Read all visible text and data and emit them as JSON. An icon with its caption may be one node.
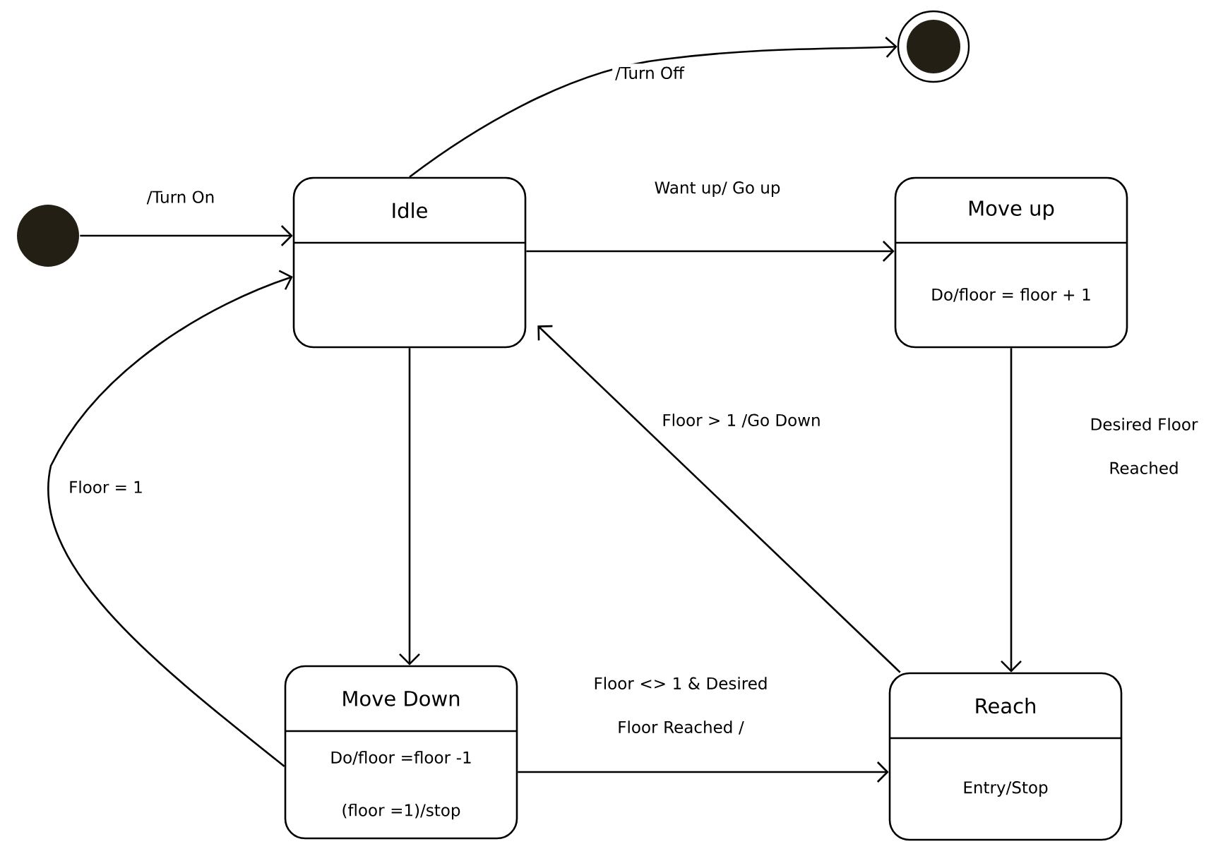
{
  "diagram": {
    "nodes": [
      {
        "text": [],
        "shape": "circle"
      },
      {
        "text": [],
        "shape": "circle"
      },
      {
        "text": [
          "Idle"
        ]
      },
      {
        "text": [
          "Move up",
          "Do/floor = floor + 1"
        ]
      },
      {
        "text": [
          "Move Down",
          "Do/floor =floor -1",
          "(floor =1)/stop"
        ]
      },
      {
        "text": [
          "Reach",
          "Entry/Stop"
        ]
      }
    ],
    "edges": [
      {
        "from": 0,
        "to": 2,
        "arrow": "to",
        "label": "/Turn On"
      },
      {
        "from": 2,
        "to": 1,
        "arrow": "to",
        "label": "/Turn Off"
      },
      {
        "from": 2,
        "to": 3,
        "arrow": "to",
        "label": "Want up/ Go up"
      },
      {
        "from": 2,
        "to": 4,
        "arrow": "to"
      },
      {
        "from": 3,
        "to": 5,
        "arrow": "to",
        "label": "Desired Floor Reached"
      },
      {
        "from": 5,
        "to": 2,
        "arrow": "to",
        "label": "Floor > 1 /Go Down"
      },
      {
        "from": 4,
        "to": 2,
        "arrow": "to",
        "label": "Floor = 1"
      },
      {
        "from": 4,
        "to": 5,
        "arrow": "to",
        "label": "Floor <> 1 & Desired Floor Reached /"
      }
    ]
  }
}
